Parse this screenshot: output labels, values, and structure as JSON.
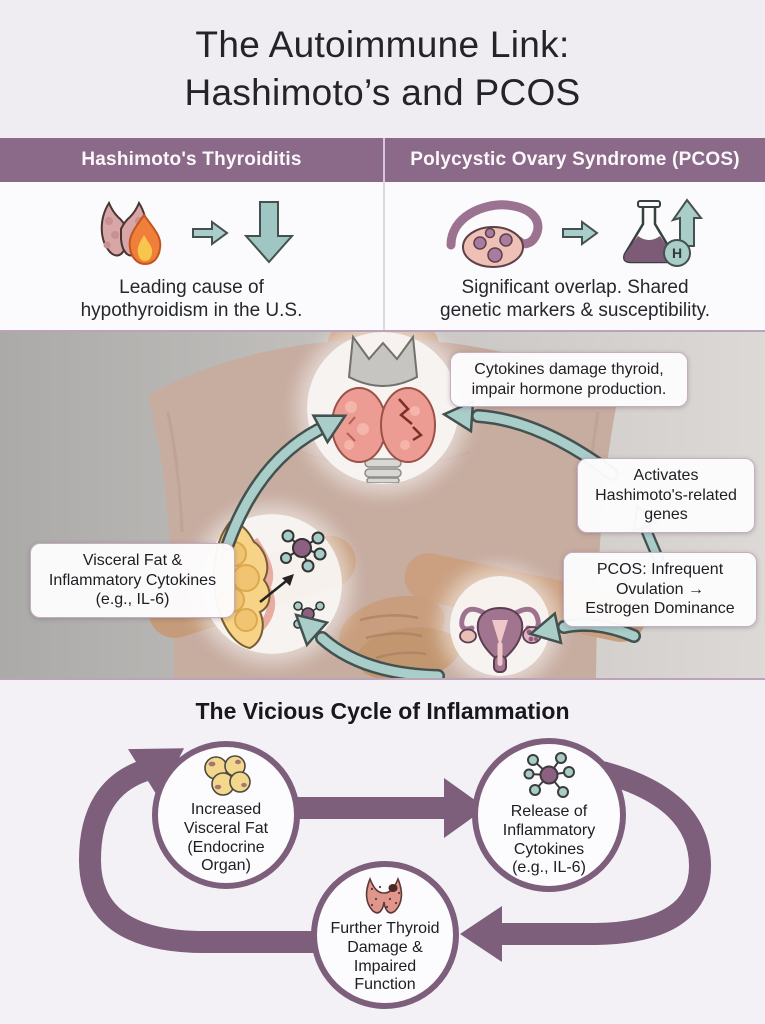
{
  "title": {
    "line1": "The Autoimmune Link:",
    "line2": "Hashimoto’s and PCOS"
  },
  "panels": {
    "left": {
      "header": "Hashimoto's Thyroiditis",
      "caption": [
        "Leading cause of",
        "hypothyroidism in the U.S."
      ]
    },
    "right": {
      "header": "Polycystic Ovary Syndrome (PCOS)",
      "caption": [
        "Significant overlap. Shared",
        "genetic markers & susceptibility."
      ],
      "flask_badge": "H"
    }
  },
  "photo_cycle": {
    "callout_cytokines": [
      "Cytokines damage thyroid,",
      "impair hormone production."
    ],
    "callout_activates": [
      "Activates",
      "Hashimoto's-related",
      "genes"
    ],
    "callout_pcos": [
      "PCOS: Infrequent",
      "Ovulation →",
      "Estrogen Dominance"
    ],
    "callout_visceral": [
      "Visceral Fat &",
      "Inflammatory Cytokines",
      "(e.g., IL-6)"
    ]
  },
  "vicious_cycle": {
    "title": "The Vicious Cycle of Inflammation",
    "node_fat": [
      "Increased",
      "Visceral Fat",
      "(Endocrine",
      "Organ)"
    ],
    "node_cytokines": [
      "Release of",
      "Inflammatory",
      "Cytokines",
      "(e.g., IL-6)"
    ],
    "node_thyroid": [
      "Further Thyroid",
      "Damage &",
      "Impaired",
      "Function"
    ]
  },
  "colors": {
    "header_bar": "#8a6a88",
    "cycle_purple": "#7d5e7b",
    "arrow_teal": "#a9cdc9",
    "callout_border": "#c6aec2",
    "background": "#efedf1"
  }
}
